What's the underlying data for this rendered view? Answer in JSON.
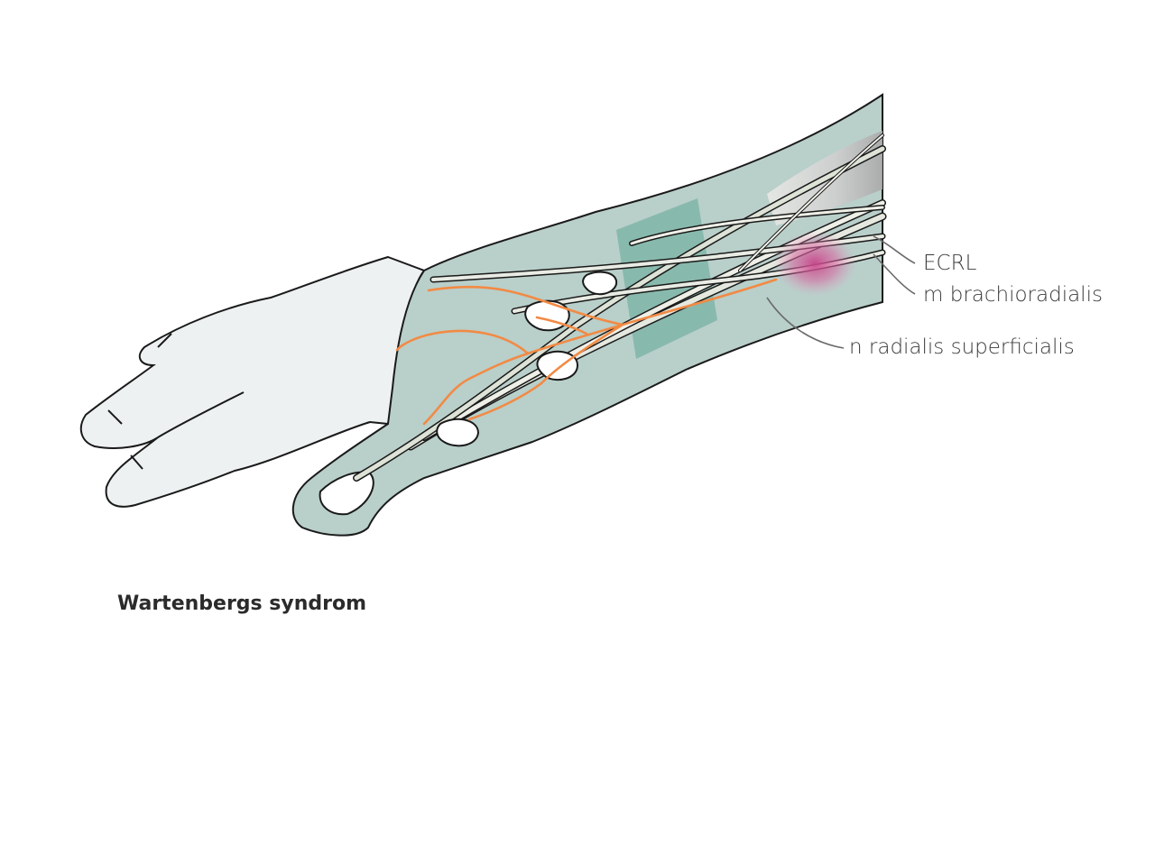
{
  "diagram": {
    "labels": {
      "ecrl": "ECRL",
      "brachioradialis": "m brachioradialis",
      "radialis": "n radialis superficialis"
    },
    "caption": "Wartenbergs syndrom"
  },
  "colors": {
    "skin_fill": "#b9cfca",
    "hand_fill": "#eef1f2",
    "retinaculum": "#78b1a3",
    "tendon": "#e5e8df",
    "nerve": "#f28a44",
    "compression": "#c7458a",
    "outline": "#1a1a1a",
    "leader": "#6b6b6b"
  }
}
